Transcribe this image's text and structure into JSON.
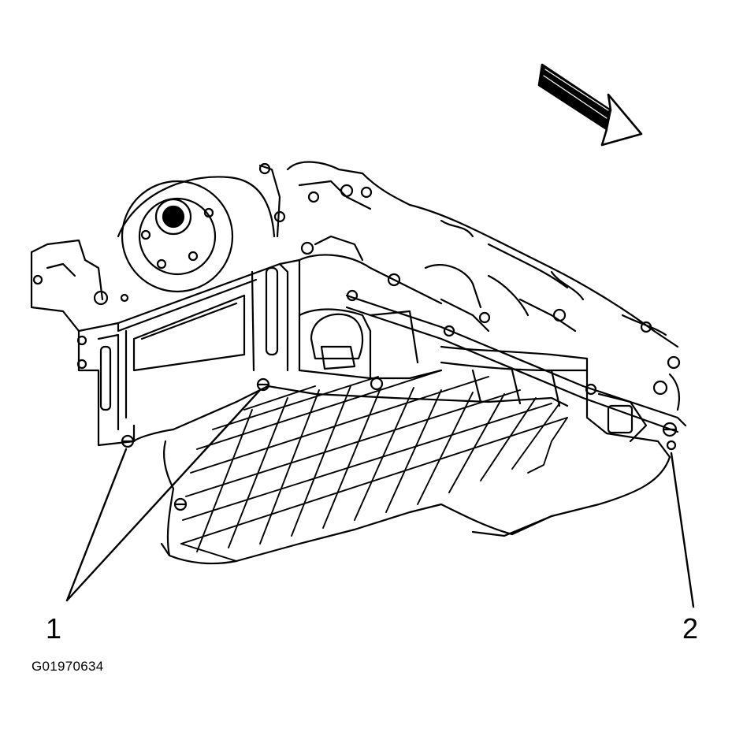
{
  "diagram": {
    "figure_id": "G01970634",
    "callouts": [
      {
        "number": "1"
      },
      {
        "number": "2"
      }
    ],
    "ink_color": "#000000",
    "background_color": "#ffffff"
  },
  "icons": [
    "direction-arrow-icon",
    "bolt-icon"
  ]
}
